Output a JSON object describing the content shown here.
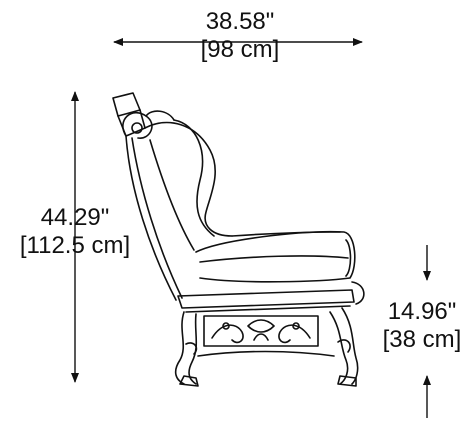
{
  "dimensions": {
    "width": {
      "imperial": "38.58\"",
      "metric": "[98 cm]"
    },
    "height": {
      "imperial": "44.29\"",
      "metric": "[112.5 cm]"
    },
    "seat_height": {
      "imperial": "14.96\"",
      "metric": "[38 cm]"
    }
  }
}
